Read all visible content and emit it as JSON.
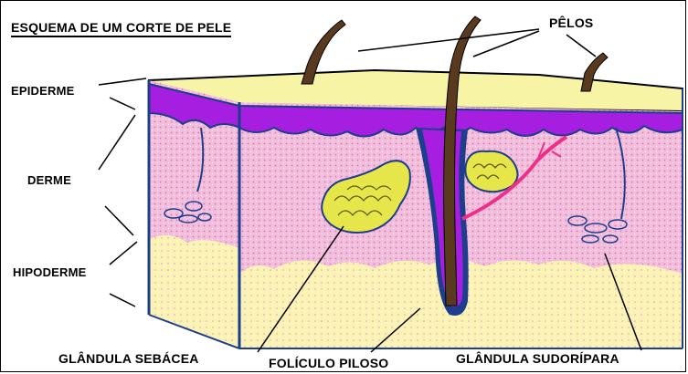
{
  "title": "ESQUEMA DE UM CORTE DE PELE",
  "labels": {
    "pelos": "PÊLOS",
    "epiderme": "EPIDERME",
    "derme": "DERME",
    "hipoderme": "HIPODERME",
    "glandula_sebacea": "GLÂNDULA SEBÁCEA",
    "foliculo_piloso": "FOLÍCULO PILOSO",
    "glandula_sudoripara": "GLÂNDULA SUDORÍPARA"
  },
  "colors": {
    "epidermis_top": "#f8f4a6",
    "epidermis_purple": "#a61ee0",
    "dermis_pink": "#f2b6d8",
    "hypodermis_yellow": "#fbf2b0",
    "hair_brown": "#5a3a1e",
    "outline_blue": "#1c3e8c",
    "gland_yellow": "#e6e64a",
    "vessel_pink": "#ee2f88"
  }
}
